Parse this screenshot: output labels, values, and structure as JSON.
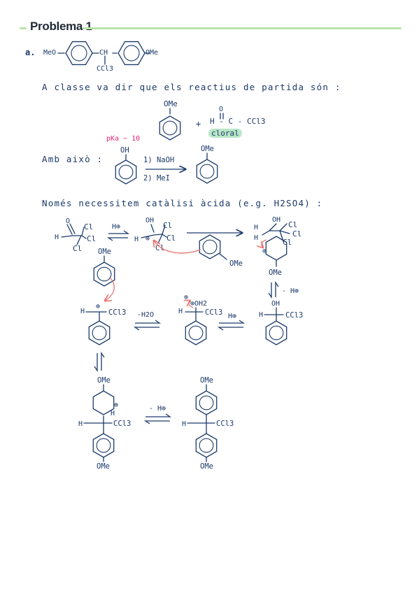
{
  "header": {
    "title": "Problema 1"
  },
  "part_a": {
    "label": "a.",
    "target": {
      "left": "MeO",
      "center": "CH",
      "substituent": "CCl3",
      "right": "OMe"
    }
  },
  "texts": {
    "line1": "A classe va dir que els reactius de partida són :",
    "reagent_plus": "+",
    "chloral_formula": "H - C - CCl3",
    "chloral_name": "cloral",
    "ambaixo": "Amb això :",
    "pka": "pKa ~ 10",
    "step1": "1) NaOH",
    "step2": "2) MeI",
    "line2": "Només necessitem catàlisi àcida (e.g. H2SO4) :"
  },
  "labels": {
    "OMe": "OMe",
    "OH": "OH",
    "O": "O",
    "H": "H",
    "Cl": "Cl",
    "CCl3": "CCl3",
    "H_plus": "H⊕",
    "minus_H2O": "-H2O",
    "minus_H_plus": "- H⊕",
    "OH2_plus": "⊕OH2",
    "plus": "⊕"
  },
  "colors": {
    "ink": "#1b3a6b",
    "pink": "#e0287a",
    "arrow_red": "#e8736f",
    "accent_green": "#b9e3a9",
    "highlight": "#b9e7c7"
  }
}
